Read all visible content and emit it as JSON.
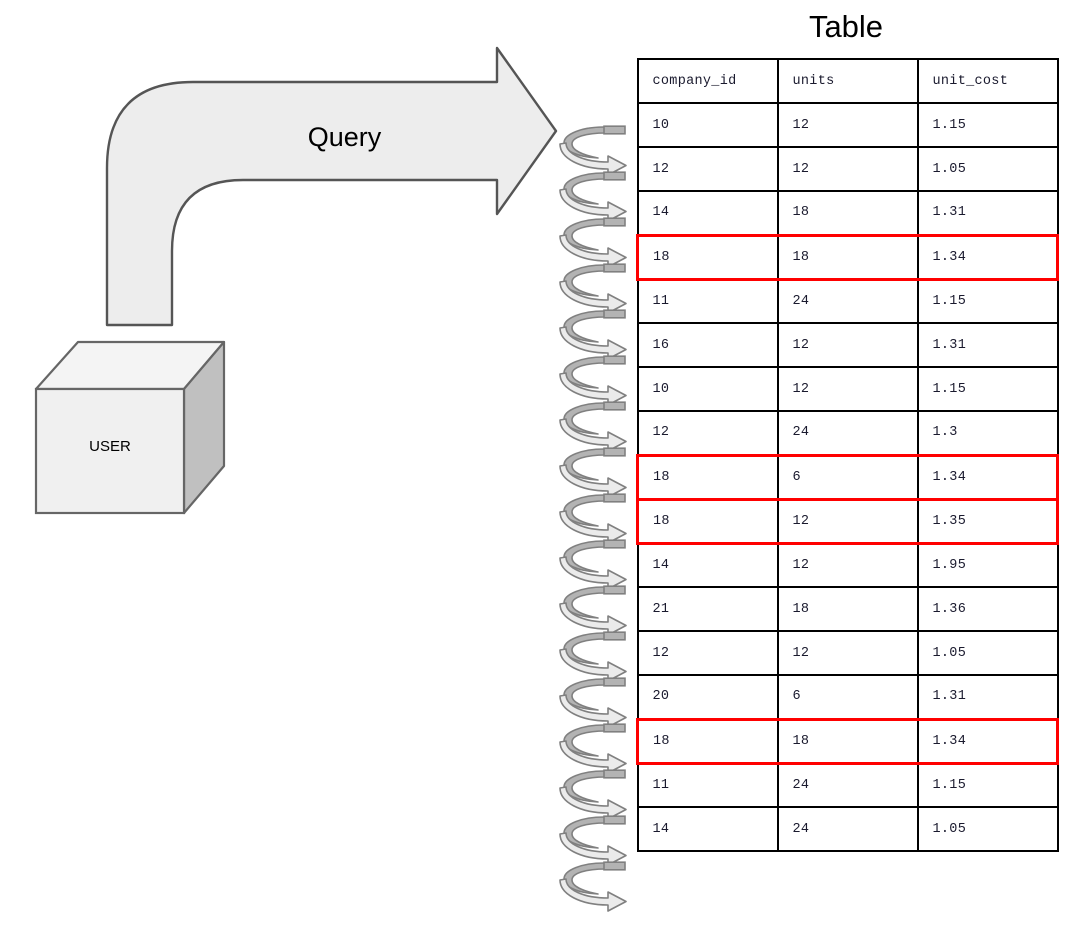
{
  "diagram": {
    "user_node": {
      "label": "USER",
      "shape": "cube-3d",
      "face_color": "#f0f0f0",
      "side_color": "#c0c0c0",
      "top_color": "#f4f4f4",
      "stroke_color": "#666666"
    },
    "query_arrow": {
      "label": "Query",
      "shape": "curved-block-arrow",
      "fill_color": "#ededed",
      "stroke_color": "#555555",
      "direction": "up-then-right"
    },
    "spiral_connector": {
      "name": "helix-arrow-stack",
      "loop_count": 17,
      "fill_light": "#ebebeb",
      "fill_dark": "#b3b3b3",
      "stroke_color": "#808080"
    }
  },
  "table": {
    "title": "Table",
    "columns": [
      "company_id",
      "units",
      "unit_cost"
    ],
    "highlight_color": "#ff0000",
    "border_color": "#000000",
    "rows": [
      {
        "company_id": "10",
        "units": "12",
        "unit_cost": "1.15",
        "highlight": false
      },
      {
        "company_id": "12",
        "units": "12",
        "unit_cost": "1.05",
        "highlight": false
      },
      {
        "company_id": "14",
        "units": "18",
        "unit_cost": "1.31",
        "highlight": false
      },
      {
        "company_id": "18",
        "units": "18",
        "unit_cost": "1.34",
        "highlight": true
      },
      {
        "company_id": "11",
        "units": "24",
        "unit_cost": "1.15",
        "highlight": false
      },
      {
        "company_id": "16",
        "units": "12",
        "unit_cost": "1.31",
        "highlight": false
      },
      {
        "company_id": "10",
        "units": "12",
        "unit_cost": "1.15",
        "highlight": false
      },
      {
        "company_id": "12",
        "units": "24",
        "unit_cost": "1.3",
        "highlight": false
      },
      {
        "company_id": "18",
        "units": "6",
        "unit_cost": "1.34",
        "highlight": true
      },
      {
        "company_id": "18",
        "units": "12",
        "unit_cost": "1.35",
        "highlight": true
      },
      {
        "company_id": "14",
        "units": "12",
        "unit_cost": "1.95",
        "highlight": false
      },
      {
        "company_id": "21",
        "units": "18",
        "unit_cost": "1.36",
        "highlight": false
      },
      {
        "company_id": "12",
        "units": "12",
        "unit_cost": "1.05",
        "highlight": false
      },
      {
        "company_id": "20",
        "units": "6",
        "unit_cost": "1.31",
        "highlight": false
      },
      {
        "company_id": "18",
        "units": "18",
        "unit_cost": "1.34",
        "highlight": true
      },
      {
        "company_id": "11",
        "units": "24",
        "unit_cost": "1.15",
        "highlight": false
      },
      {
        "company_id": "14",
        "units": "24",
        "unit_cost": "1.05",
        "highlight": false
      }
    ]
  }
}
